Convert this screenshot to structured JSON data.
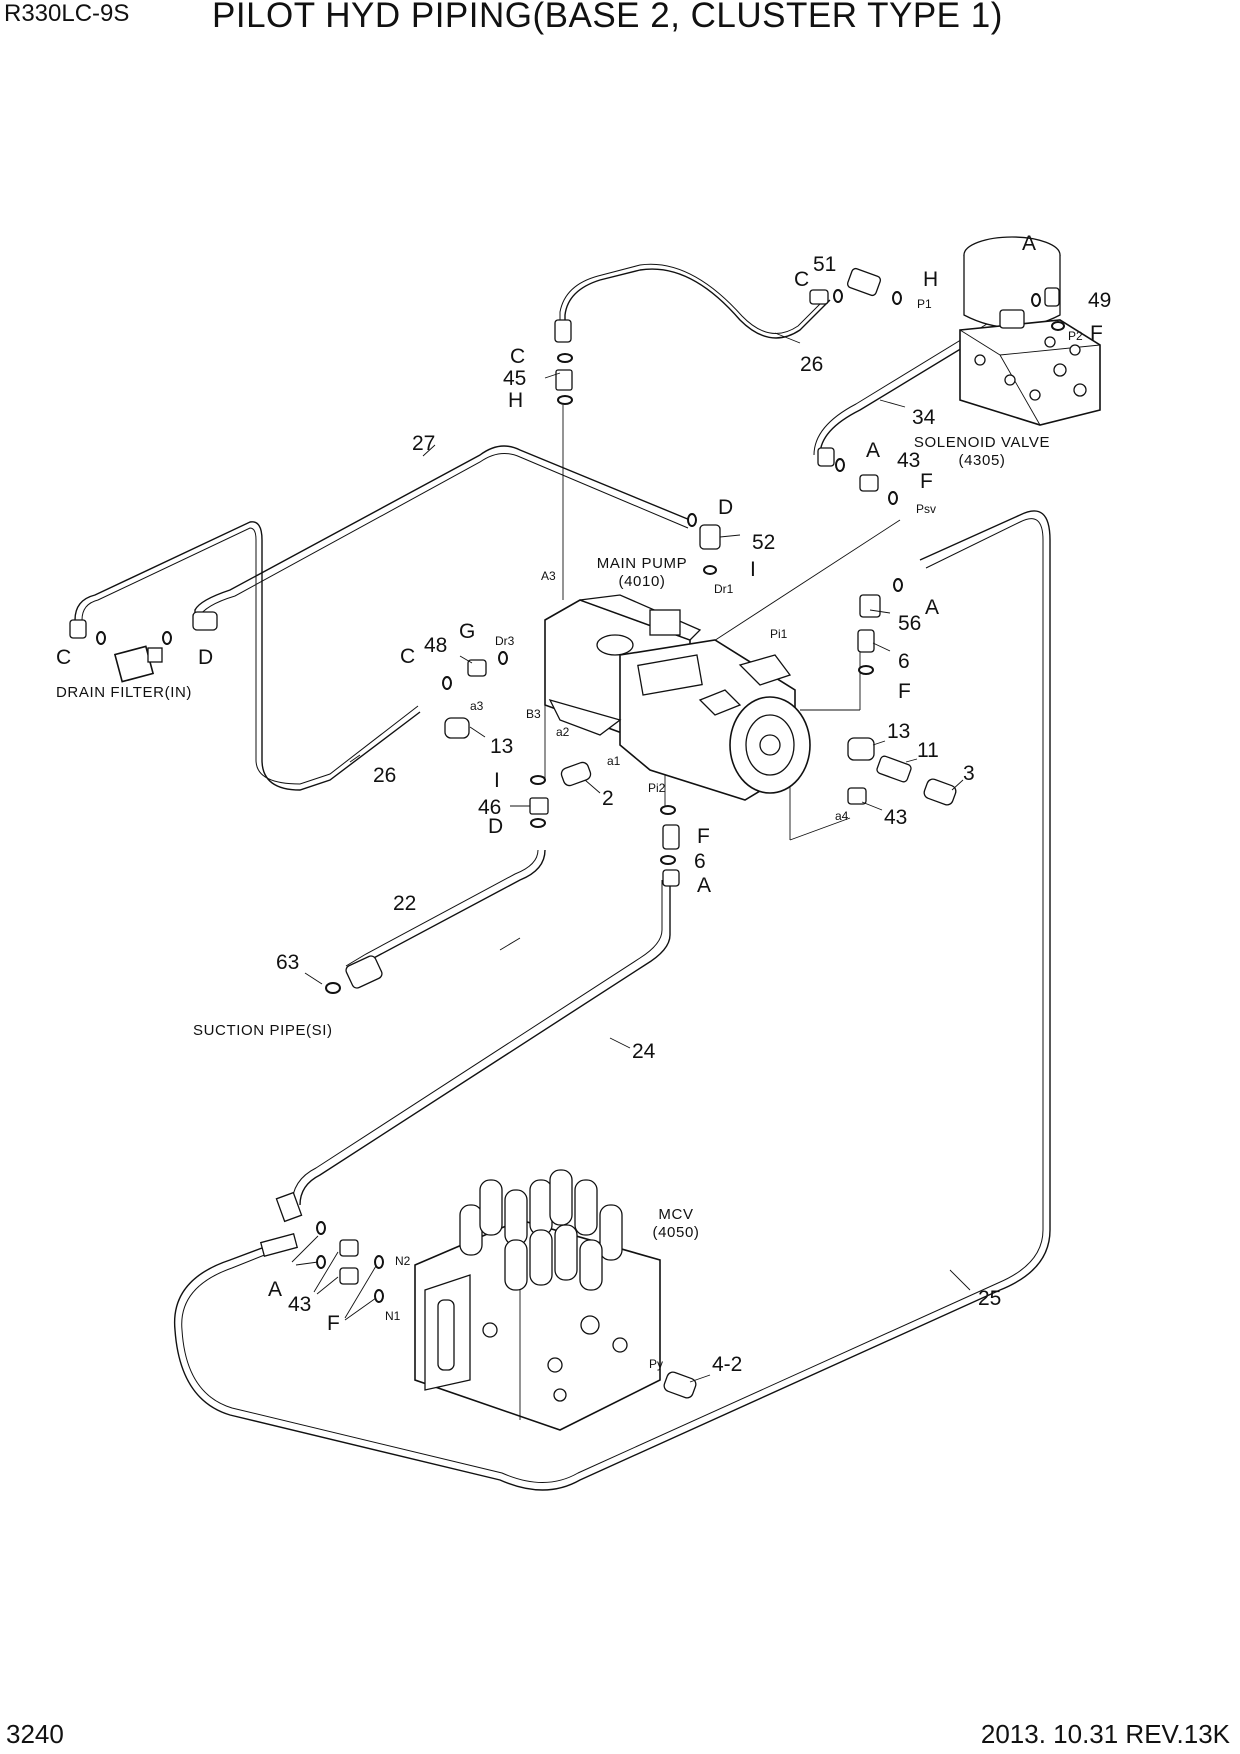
{
  "header": {
    "model": "R330LC-9S",
    "title": "PILOT HYD PIPING(BASE 2, CLUSTER TYPE 1)"
  },
  "footer": {
    "page_number": "3240",
    "revision": "2013. 10.31  REV.13K"
  },
  "components": {
    "main_pump": {
      "name": "MAIN PUMP",
      "code": "(4010)"
    },
    "solenoid_valve": {
      "name": "SOLENOID VALVE",
      "code": "(4305)"
    },
    "mcv": {
      "name": "MCV",
      "code": "(4050)"
    },
    "drain_filter": {
      "name": "DRAIN FILTER(IN)"
    },
    "suction_pipe": {
      "name": "SUCTION PIPE(SI)"
    }
  },
  "part_numbers": {
    "p2": "2",
    "p3": "3",
    "p4_2": "4-2",
    "p6a": "6",
    "p6b": "6",
    "p11": "11",
    "p13a": "13",
    "p13b": "13",
    "p22": "22",
    "p24": "24",
    "p25": "25",
    "p26a": "26",
    "p26b": "26",
    "p27": "27",
    "p34": "34",
    "p43a": "43",
    "p43b": "43",
    "p43c": "43",
    "p45": "45",
    "p46": "46",
    "p48": "48",
    "p49": "49",
    "p51": "51",
    "p52": "52",
    "p56": "56",
    "p63": "63"
  },
  "connection_letters": {
    "c1": "C",
    "c2": "C",
    "c3": "C",
    "c4": "C",
    "h1": "H",
    "h2": "H",
    "d1": "D",
    "d2": "D",
    "d3": "D",
    "a1": "A",
    "a2": "A",
    "a3": "A",
    "a4": "A",
    "a5": "A",
    "f1": "F",
    "f2": "F",
    "f3": "F",
    "f4": "F",
    "f5": "F",
    "g1": "G",
    "i1": "I",
    "i2": "I"
  },
  "port_labels": {
    "p1": "P1",
    "p2": "P2",
    "psv": "Psv",
    "a3": "A3",
    "b3": "B3",
    "dr1": "Dr1",
    "dr3": "Dr3",
    "pi1": "Pi1",
    "pi2": "Pi2",
    "pa1": "a1",
    "pa2": "a2",
    "pa3": "a3",
    "pa4": "a4",
    "n1": "N1",
    "n2": "N2",
    "py": "Py"
  }
}
